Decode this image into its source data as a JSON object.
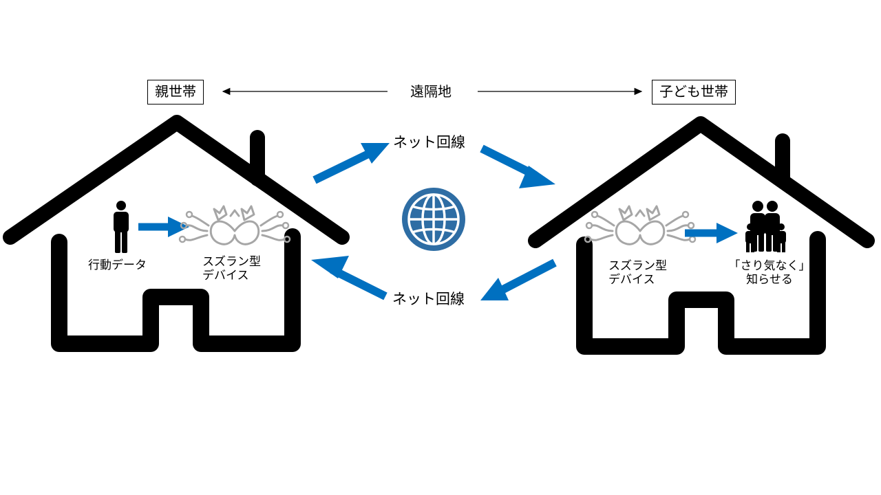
{
  "header": {
    "parent_household": "親世帯",
    "child_household": "子ども世帯",
    "distance_label": "遠隔地"
  },
  "network": {
    "top_label": "ネット回線",
    "bottom_label": "ネット回線",
    "globe_icon": "globe-icon"
  },
  "left_house": {
    "person_icon": "person-icon",
    "person_caption": "行動データ",
    "device_icon": "lily-of-the-valley-device-icon",
    "device_caption_line1": "スズラン型",
    "device_caption_line2": "デバイス"
  },
  "right_house": {
    "device_icon": "lily-of-the-valley-device-icon",
    "device_caption_line1": "スズラン型",
    "device_caption_line2": "デバイス",
    "family_icon": "family-icon",
    "family_caption_line1": "「さり気なく」",
    "family_caption_line2": "知らせる"
  },
  "colors": {
    "arrow_blue": "#0070C0",
    "globe_blue": "#2E6DA4",
    "house_black": "#000000",
    "device_gray": "#A6A6A6"
  }
}
